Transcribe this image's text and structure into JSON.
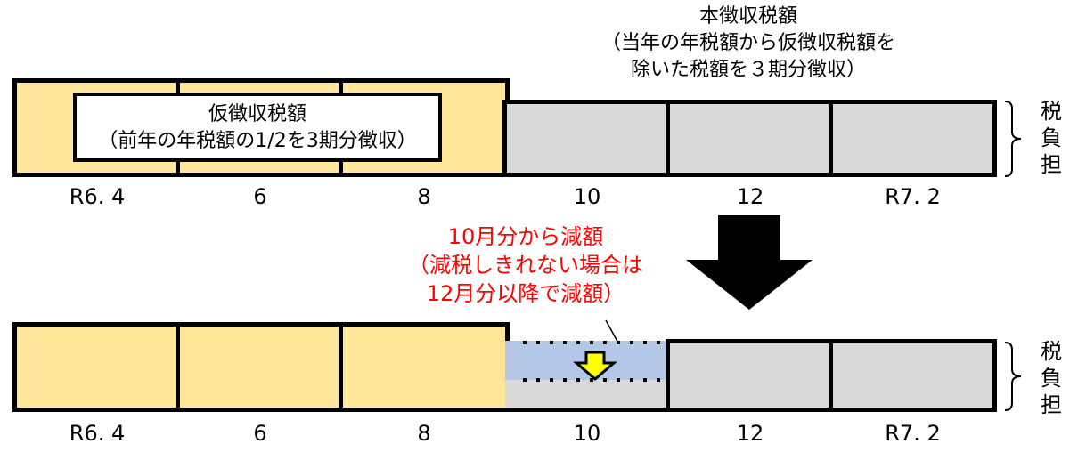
{
  "top_caption": {
    "line1": "本徴収税額",
    "line2": "（当年の年税額から仮徴収税額を",
    "line3": "除いた税額を３期分徴収）"
  },
  "provisional_box": {
    "line1": "仮徴収税額",
    "line2": "（前年の年税額の1/2を3期分徴収）"
  },
  "top_row": {
    "months": [
      "R6. 4",
      "6",
      "8",
      "10",
      "12",
      "R7. 2"
    ]
  },
  "side_label": {
    "chars": [
      "税",
      "負",
      "担"
    ]
  },
  "reduction_note": {
    "line1": "10月分から減額",
    "line2": "（減税しきれない場合は",
    "line3": "12月分以降で減額）"
  },
  "bottom_row": {
    "months": [
      "R6. 4",
      "6",
      "8",
      "10",
      "12",
      "R7. 2"
    ]
  },
  "colors": {
    "provisional": "#ffe699",
    "main": "#d9d9d9",
    "reduction": "#b4c7e7",
    "small_arrow": "#ffff00",
    "note": "#ff0000"
  },
  "icons": {
    "big_arrow": "down-arrow-black",
    "small_arrow": "down-arrow-yellow",
    "bracket": "right-curly-brace"
  }
}
